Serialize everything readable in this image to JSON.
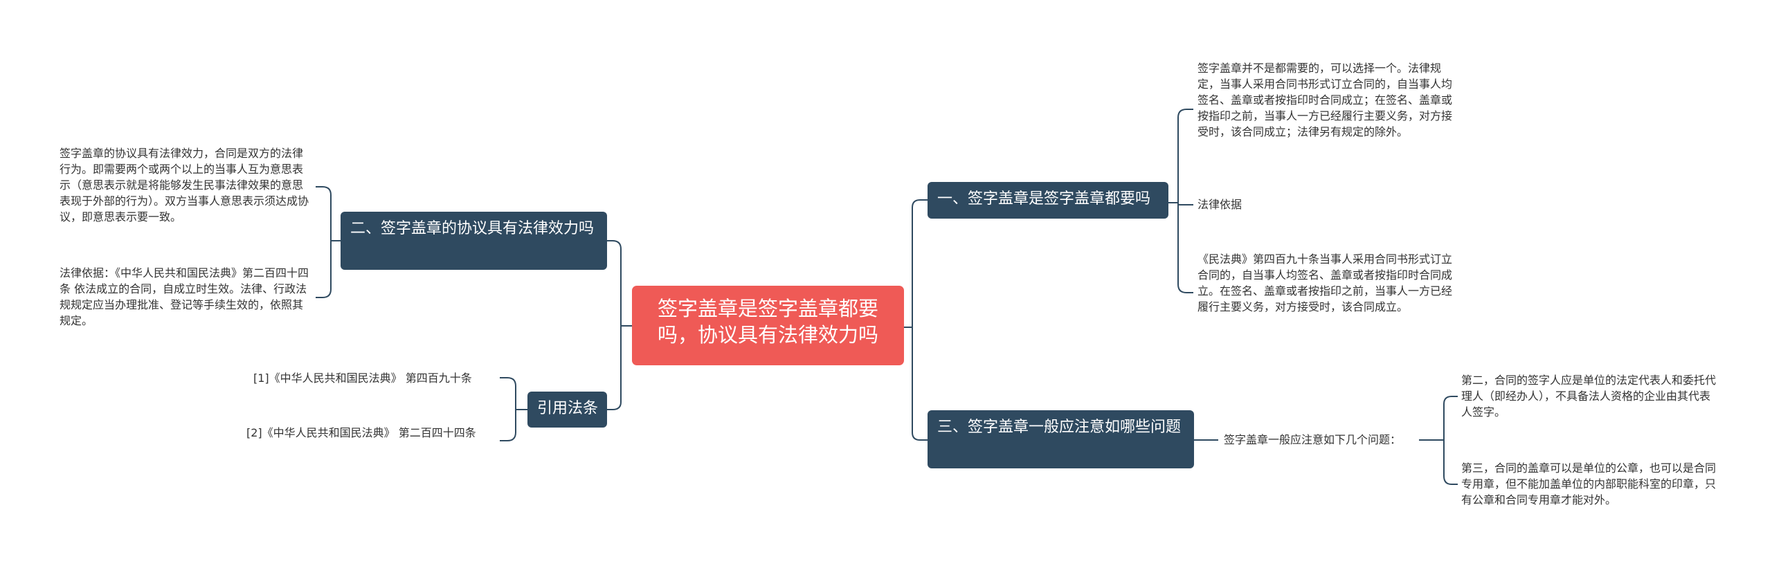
{
  "root": {
    "text": "签字盖章是签字盖章都要吗，协议具有法律效力吗"
  },
  "branches": {
    "b1": {
      "label": "一、签字盖章是签字盖章都要吗",
      "leaf1": "签字盖章并不是都需要的，可以选择一个。法律规定，当事人采用合同书形式订立合同的，自当事人均签名、盖章或者按指印时合同成立；在签名、盖章或按指印之前，当事人一方已经履行主要义务，对方接受时，该合同成立；法律另有规定的除外。",
      "leaf2": "法律依据",
      "leaf3": "《民法典》第四百九十条当事人采用合同书形式订立合同的，自当事人均签名、盖章或者按指印时合同成立。在签名、盖章或者按指印之前，当事人一方已经履行主要义务，对方接受时，该合同成立。"
    },
    "b2": {
      "label": "二、签字盖章的协议具有法律效力吗",
      "leaf1": "签字盖章的协议具有法律效力，合同是双方的法律行为。即需要两个或两个以上的当事人互为意思表示（意思表示就是将能够发生民事法律效果的意思表现于外部的行为）。双方当事人意思表示须达成协议，即意思表示要一致。",
      "leaf2": "法律依据：《中华人民共和国民法典》第二百四十四条 依法成立的合同，自成立时生效。法律、行政法规规定应当办理批准、登记等手续生效的，依照其规定。"
    },
    "b3": {
      "label": "三、签字盖章一般应注意如哪些问题",
      "mid": "签字盖章一般应注意如下几个问题：",
      "leaf1": "第二，合同的签字人应是单位的法定代表人和委托代理人（即经办人），不具备法人资格的企业由其代表人签字。",
      "leaf2": "第三，合同的盖章可以是单位的公章，也可以是合同专用章，但不能加盖单位的内部职能科室的印章，只有公章和合同专用章才能对外。"
    },
    "b4": {
      "label": "引用法条",
      "leaf1": "[1]《中华人民共和国民法典》 第四百九十条",
      "leaf2": "[2]《中华人民共和国民法典》 第二百四十四条"
    }
  },
  "colors": {
    "root": "#ef5a56",
    "branch": "#2f4a60",
    "line": "#2f4a60",
    "text": "#333333"
  }
}
